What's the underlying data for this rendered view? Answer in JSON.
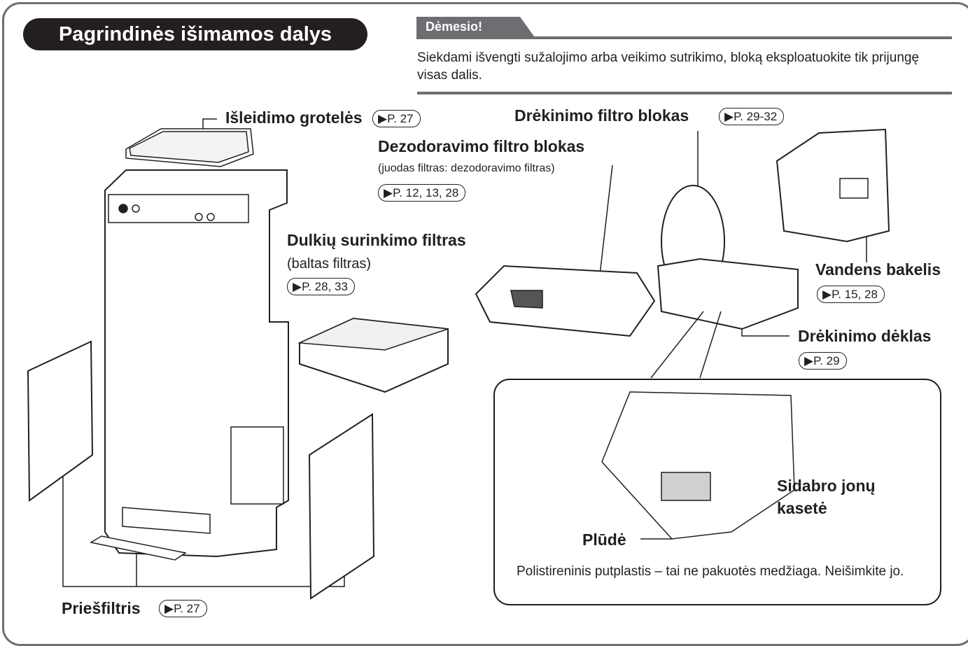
{
  "title": "Pagrindinės išimamos dalys",
  "notice": {
    "label": "Dėmesio!",
    "text": "Siekdami išvengti sužalojimo arba veikimo sutrikimo, bloką eksploatuokite tik prijungę visas dalis."
  },
  "parts": {
    "outlet_grille": {
      "label": "Išleidimo grotelės",
      "ref": "▶P. 27"
    },
    "deodorizing_unit": {
      "label": "Dezodoravimo filtro blokas",
      "sub": "(juodas filtras: dezodoravimo filtras)",
      "ref": "▶P. 12, 13, 28"
    },
    "humidifying_unit": {
      "label": "Drėkinimo filtro blokas",
      "ref": "▶P. 29-32"
    },
    "dust_filter": {
      "label": "Dulkių surinkimo filtras",
      "sub": "(baltas filtras)",
      "ref": "▶P. 28, 33"
    },
    "water_tank": {
      "label": "Vandens bakelis",
      "ref": "▶P. 15, 28"
    },
    "humidifying_tray": {
      "label": "Drėkinimo dėklas",
      "ref": "▶P. 29"
    },
    "silver_ion": {
      "label": "Sidabro jonų kasetė"
    },
    "float": {
      "label": "Plūdė"
    },
    "pre_filter": {
      "label": "Priešfiltris",
      "ref": "▶P. 27"
    }
  },
  "note": "Polistireninis putplastis – tai ne pakuotės medžiaga. Neišimkite jo."
}
